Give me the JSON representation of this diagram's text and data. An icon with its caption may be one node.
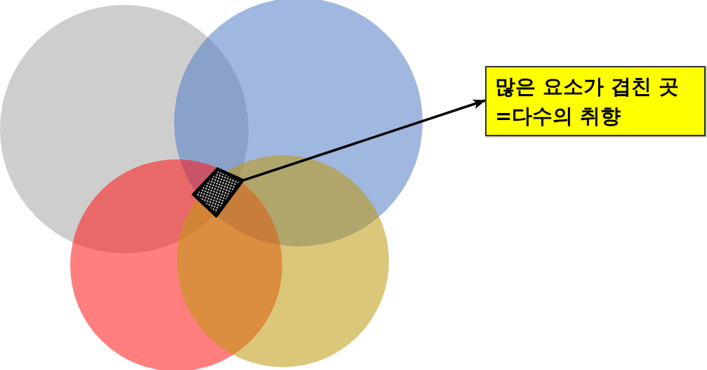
{
  "diagram": {
    "nodes": [
      {
        "text": [],
        "shape": "diamond"
      },
      {
        "text": [
          "많은 요소가 겹친 곳 =다수의 취향"
        ]
      }
    ],
    "edges": [
      {
        "from": 0,
        "to": 1,
        "arrow": "to"
      }
    ]
  }
}
